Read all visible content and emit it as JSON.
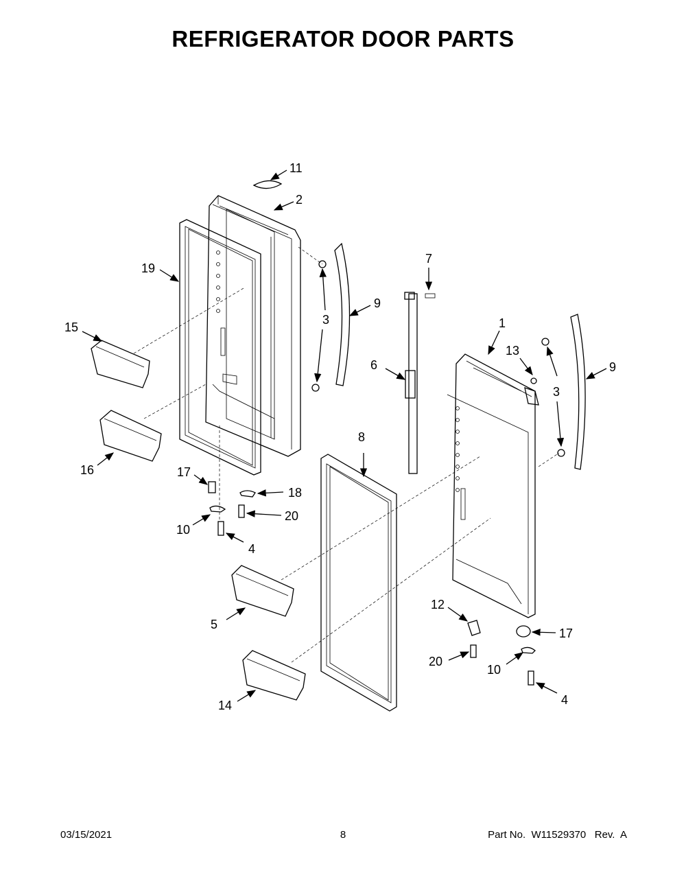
{
  "title": "REFRIGERATOR DOOR PARTS",
  "callouts": [
    {
      "id": "c11a",
      "label": "11"
    },
    {
      "id": "c2",
      "label": "2"
    },
    {
      "id": "c19",
      "label": "19"
    },
    {
      "id": "c15",
      "label": "15"
    },
    {
      "id": "c16",
      "label": "16"
    },
    {
      "id": "c3a",
      "label": "3"
    },
    {
      "id": "c9a",
      "label": "9"
    },
    {
      "id": "c7",
      "label": "7"
    },
    {
      "id": "c6",
      "label": "6"
    },
    {
      "id": "c1",
      "label": "1"
    },
    {
      "id": "c13",
      "label": "13"
    },
    {
      "id": "c9b",
      "label": "9"
    },
    {
      "id": "c3b",
      "label": "3"
    },
    {
      "id": "c8",
      "label": "8"
    },
    {
      "id": "c17a",
      "label": "17"
    },
    {
      "id": "c18",
      "label": "18"
    },
    {
      "id": "c20a",
      "label": "20"
    },
    {
      "id": "c10a",
      "label": "10"
    },
    {
      "id": "c4a",
      "label": "4"
    },
    {
      "id": "c5",
      "label": "5"
    },
    {
      "id": "c14",
      "label": "14"
    },
    {
      "id": "c12",
      "label": "12"
    },
    {
      "id": "c17b",
      "label": "17"
    },
    {
      "id": "c20b",
      "label": "20"
    },
    {
      "id": "c10b",
      "label": "10"
    },
    {
      "id": "c4b",
      "label": "4"
    }
  ],
  "footer": {
    "date": "03/15/2021",
    "page": "8",
    "part_info": "Part No.  W11529370   Rev.  A"
  }
}
